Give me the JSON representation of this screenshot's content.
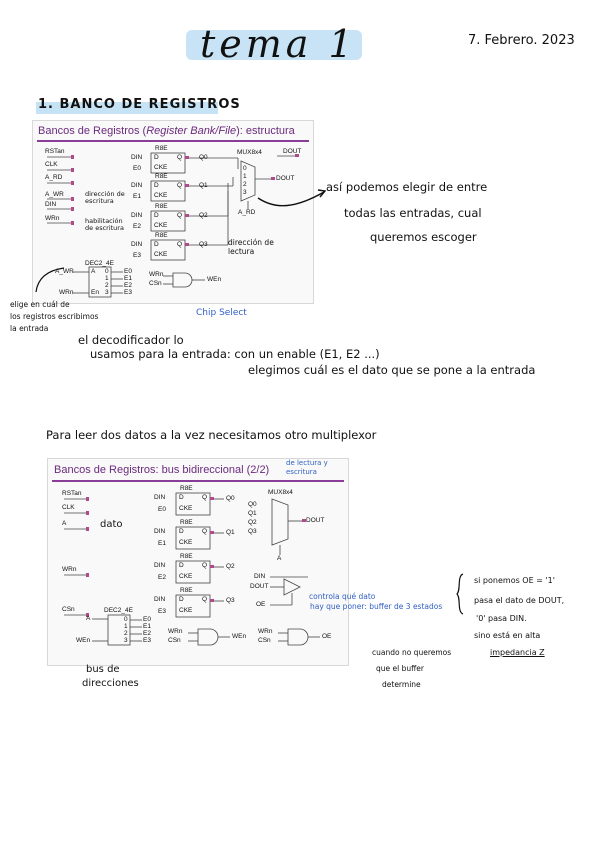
{
  "header": {
    "title": "tema 1",
    "date": "7. Febrero. 2023"
  },
  "section": {
    "heading": "1. BANCO DE REGISTROS"
  },
  "slide1": {
    "title_prefix": "Bancos de Registros (",
    "title_italic": "Register Bank/File",
    "title_suffix": "): estructura",
    "signals_left": [
      "RSTan",
      "CLK",
      "A_RD",
      "A_WR",
      "DIN",
      "WRn"
    ],
    "register_label": "R8E",
    "register_inputs": [
      "DIN",
      "E0",
      "DIN",
      "E1",
      "DIN",
      "E2",
      "DIN",
      "E3"
    ],
    "register_pins": [
      "D",
      "Q",
      "CKE"
    ],
    "register_outputs": [
      "Q0",
      "Q1",
      "Q2",
      "Q3"
    ],
    "mux_label": "MUX8x4",
    "mux_inputs": [
      "0",
      "1",
      "2",
      "3"
    ],
    "mux_output": "DOUT",
    "mux_select": "A_RD",
    "dout_top": "DOUT",
    "dec_label": "DEC2_4E",
    "dec_inputs": [
      "A_WR",
      "WRn"
    ],
    "dec_pins_in": [
      "A",
      "En"
    ],
    "dec_outputs": [
      "E0",
      "E1",
      "E2",
      "E3"
    ],
    "dec_numbers": [
      "0",
      "1",
      "2",
      "3"
    ],
    "gate_inputs": [
      "WRn",
      "CSn"
    ],
    "gate_output": "WEn"
  },
  "slide1_notes": {
    "dir_escritura": "dirección de escritura",
    "hab_escritura": "habilitación de escritura",
    "mux_comment_1": "así podemos elegir de entre",
    "mux_comment_2": "todas las entradas, cual",
    "mux_comment_3": "queremos escoger",
    "dir_lectura": "dirección de lectura",
    "chip_select": "Chip Select",
    "dec_comment_1": "elige en cuál de",
    "dec_comment_2": "los registros escribimos",
    "dec_comment_3": "la entrada"
  },
  "notes_middle": {
    "line1": "el decodificador lo",
    "line2": "usamos para la entrada: con un enable (E1, E2 ...)",
    "line3": "elegimos cuál es el dato que se pone a la entrada",
    "line4": "Para leer dos datos a la vez necesitamos otro multiplexor"
  },
  "slide2": {
    "title": "Bancos de Registros: bus bidireccional (2/2)",
    "title_note": "de lectura y escritura",
    "signals_left": [
      "RSTan",
      "CLK",
      "A",
      "WRn",
      "CSn"
    ],
    "register_label": "R8E",
    "register_inputs": [
      "DIN",
      "E0",
      "DIN",
      "E1",
      "DIN",
      "E2",
      "DIN",
      "E3"
    ],
    "register_pins": [
      "D",
      "Q",
      "CKE"
    ],
    "register_outputs": [
      "Q0",
      "Q1",
      "Q2",
      "Q3"
    ],
    "mux_label": "MUX8x4",
    "mux_inputs": [
      "Q0",
      "Q1",
      "Q2",
      "Q3"
    ],
    "mux_output": "DOUT",
    "mux_select": "A",
    "buffer_in": [
      "DIN",
      "DOUT",
      "OE"
    ],
    "dec_label": "DEC2_4E",
    "dec_inputs": [
      "A",
      "WEn"
    ],
    "dec_outputs": [
      "E0",
      "E1",
      "E2",
      "E3"
    ],
    "dec_numbers": [
      "0",
      "1",
      "2",
      "3"
    ],
    "gate1_inputs": [
      "WRn",
      "CSn"
    ],
    "gate1_output": "WEn",
    "gate2_inputs": [
      "WRn",
      "CSn"
    ],
    "gate2_output": "OE"
  },
  "slide2_notes": {
    "dato": "dato",
    "bus_1": "bus de",
    "bus_2": "direcciones",
    "buffer_1": "controla qué dato",
    "buffer_2": "hay que poner: buffer de 3 estados",
    "oe_1": "si ponemos OE = '1'",
    "oe_2": "pasa el dato de DOUT,",
    "oe_3": "'0' pasa DIN.",
    "oe_4": "sino está en alta",
    "oe_5": "impedancia Z",
    "noquer_1": "cuando no queremos",
    "noquer_2": "que el buffer",
    "noquer_3": "determine"
  }
}
